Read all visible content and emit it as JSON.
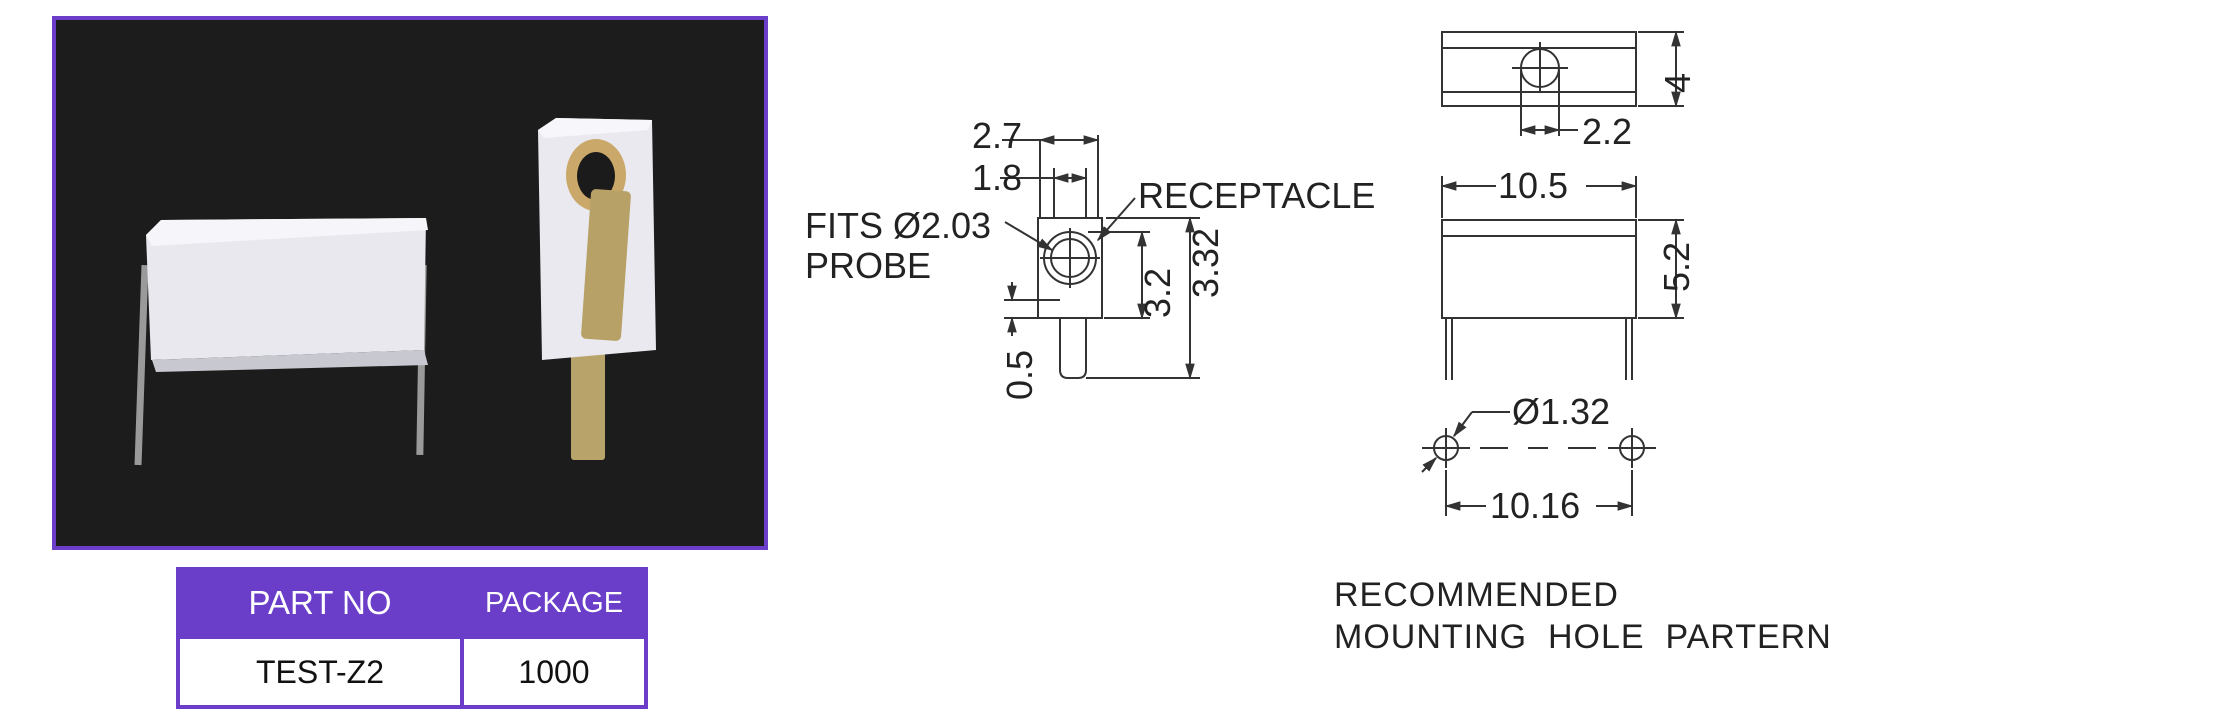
{
  "colors": {
    "accent": "#6a3ec9",
    "line": "#333333",
    "photo_background": "#1c1c1c"
  },
  "table": {
    "headers": [
      "PART NO",
      "PACKAGE"
    ],
    "rows": [
      [
        "TEST-Z2",
        "1000"
      ]
    ]
  },
  "side_view": {
    "dim_width_outer": "2.7",
    "dim_width_inner": "1.8",
    "receptacle_label": "RECEPTACLE",
    "probe_note_line1": "FITS Ø2.03",
    "probe_note_line2": "PROBE",
    "dim_height_inner": "3.2",
    "dim_height_outer": "3.32",
    "dim_tab": "0.5"
  },
  "top_view": {
    "dim_depth": "4",
    "dim_offset": "2.2"
  },
  "front_view": {
    "dim_length": "10.5",
    "dim_height": "5.2"
  },
  "mounting": {
    "hole_diameter": "Ø1.32",
    "hole_spacing": "10.16",
    "caption_line1": "RECOMMENDED",
    "caption_line2": "MOUNTING  HOLE  PARTERN"
  }
}
